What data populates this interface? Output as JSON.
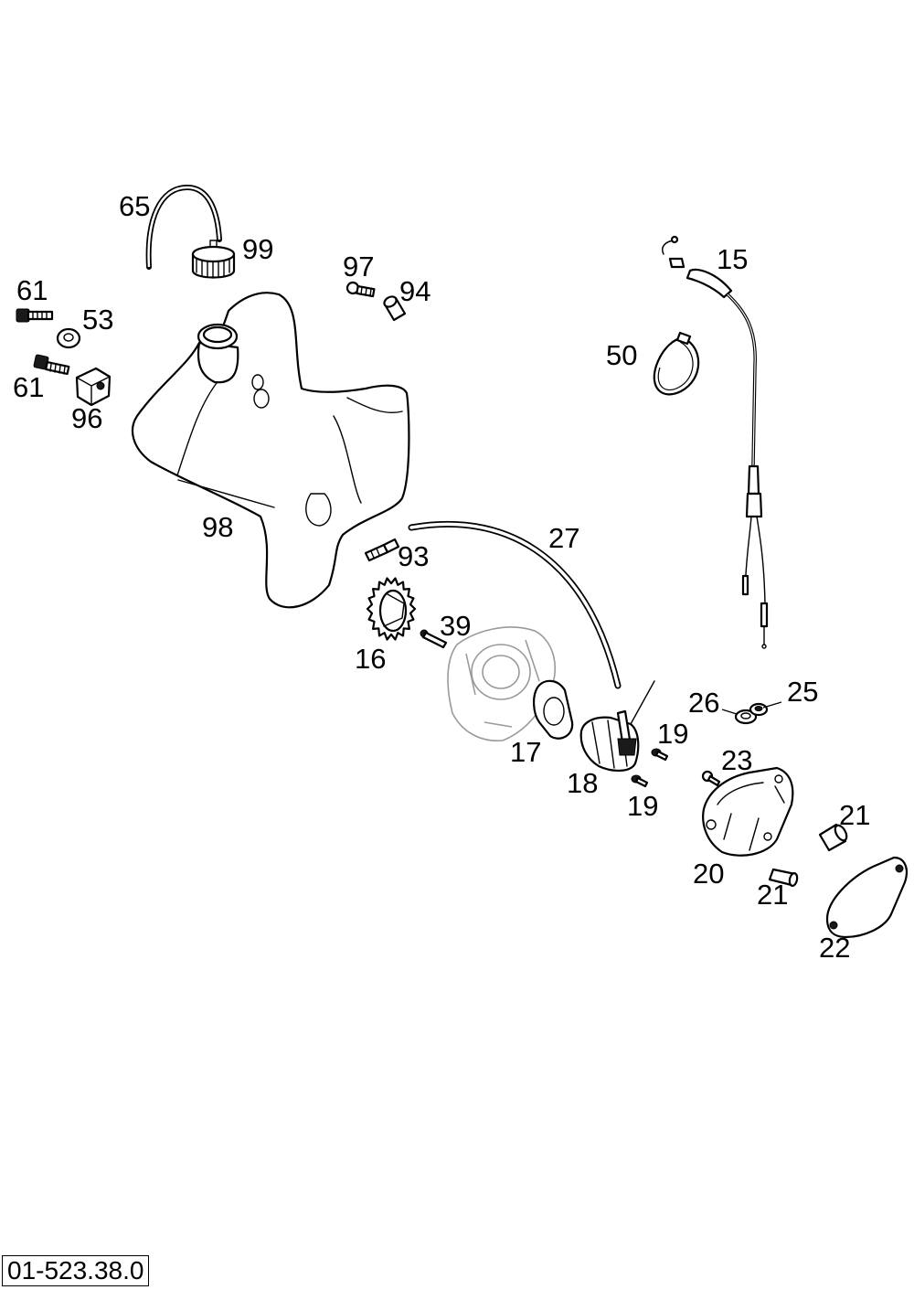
{
  "callouts": {
    "p15": "15",
    "p16": "16",
    "p17": "17",
    "p18": "18",
    "p19a": "19",
    "p19b": "19",
    "p20": "20",
    "p21a": "21",
    "p21b": "21",
    "p22": "22",
    "p23": "23",
    "p25": "25",
    "p26": "26",
    "p27": "27",
    "p39": "39",
    "p50": "50",
    "p53": "53",
    "p61a": "61",
    "p61b": "61",
    "p65": "65",
    "p93": "93",
    "p94": "94",
    "p96": "96",
    "p97": "97",
    "p98": "98",
    "p99": "99"
  },
  "reference_code": "01-523.38.0"
}
